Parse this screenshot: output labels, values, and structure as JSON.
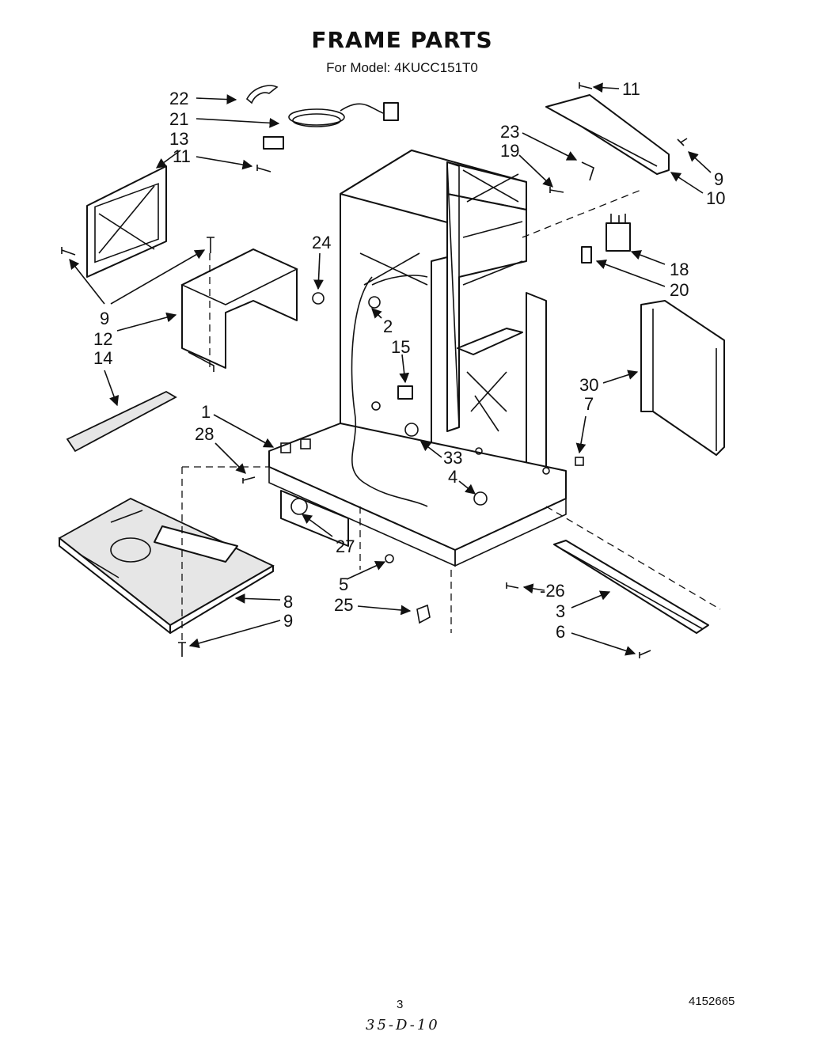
{
  "header": {
    "title": "FRAME PARTS",
    "subtitle": "For Model: 4KUCC151T0"
  },
  "callouts": [
    {
      "id": "c22a",
      "text": "22"
    },
    {
      "id": "c21",
      "text": "21"
    },
    {
      "id": "c13",
      "text": "13"
    },
    {
      "id": "c11a",
      "text": "11"
    },
    {
      "id": "c9a",
      "text": "9"
    },
    {
      "id": "c12",
      "text": "12"
    },
    {
      "id": "c14",
      "text": "14"
    },
    {
      "id": "c24",
      "text": "24"
    },
    {
      "id": "c2",
      "text": "2"
    },
    {
      "id": "c15",
      "text": "15"
    },
    {
      "id": "c1",
      "text": "1"
    },
    {
      "id": "c28",
      "text": "28"
    },
    {
      "id": "c33",
      "text": "33"
    },
    {
      "id": "c4",
      "text": "4"
    },
    {
      "id": "c27",
      "text": "27"
    },
    {
      "id": "c5",
      "text": "5"
    },
    {
      "id": "c25",
      "text": "25"
    },
    {
      "id": "c26",
      "text": "-26"
    },
    {
      "id": "c8",
      "text": "8"
    },
    {
      "id": "c9b",
      "text": "9"
    },
    {
      "id": "c11b",
      "text": "11"
    },
    {
      "id": "c23",
      "text": "23"
    },
    {
      "id": "c19",
      "text": "19"
    },
    {
      "id": "c9c",
      "text": "9"
    },
    {
      "id": "c10",
      "text": "10"
    },
    {
      "id": "c18",
      "text": "18"
    },
    {
      "id": "c20",
      "text": "20"
    },
    {
      "id": "c30",
      "text": "30"
    },
    {
      "id": "c7",
      "text": "7"
    },
    {
      "id": "c3",
      "text": "3"
    },
    {
      "id": "c6",
      "text": "6"
    }
  ],
  "footer": {
    "page_number": "3",
    "document_number": "4152665",
    "handwritten_note": "35-D-10"
  }
}
